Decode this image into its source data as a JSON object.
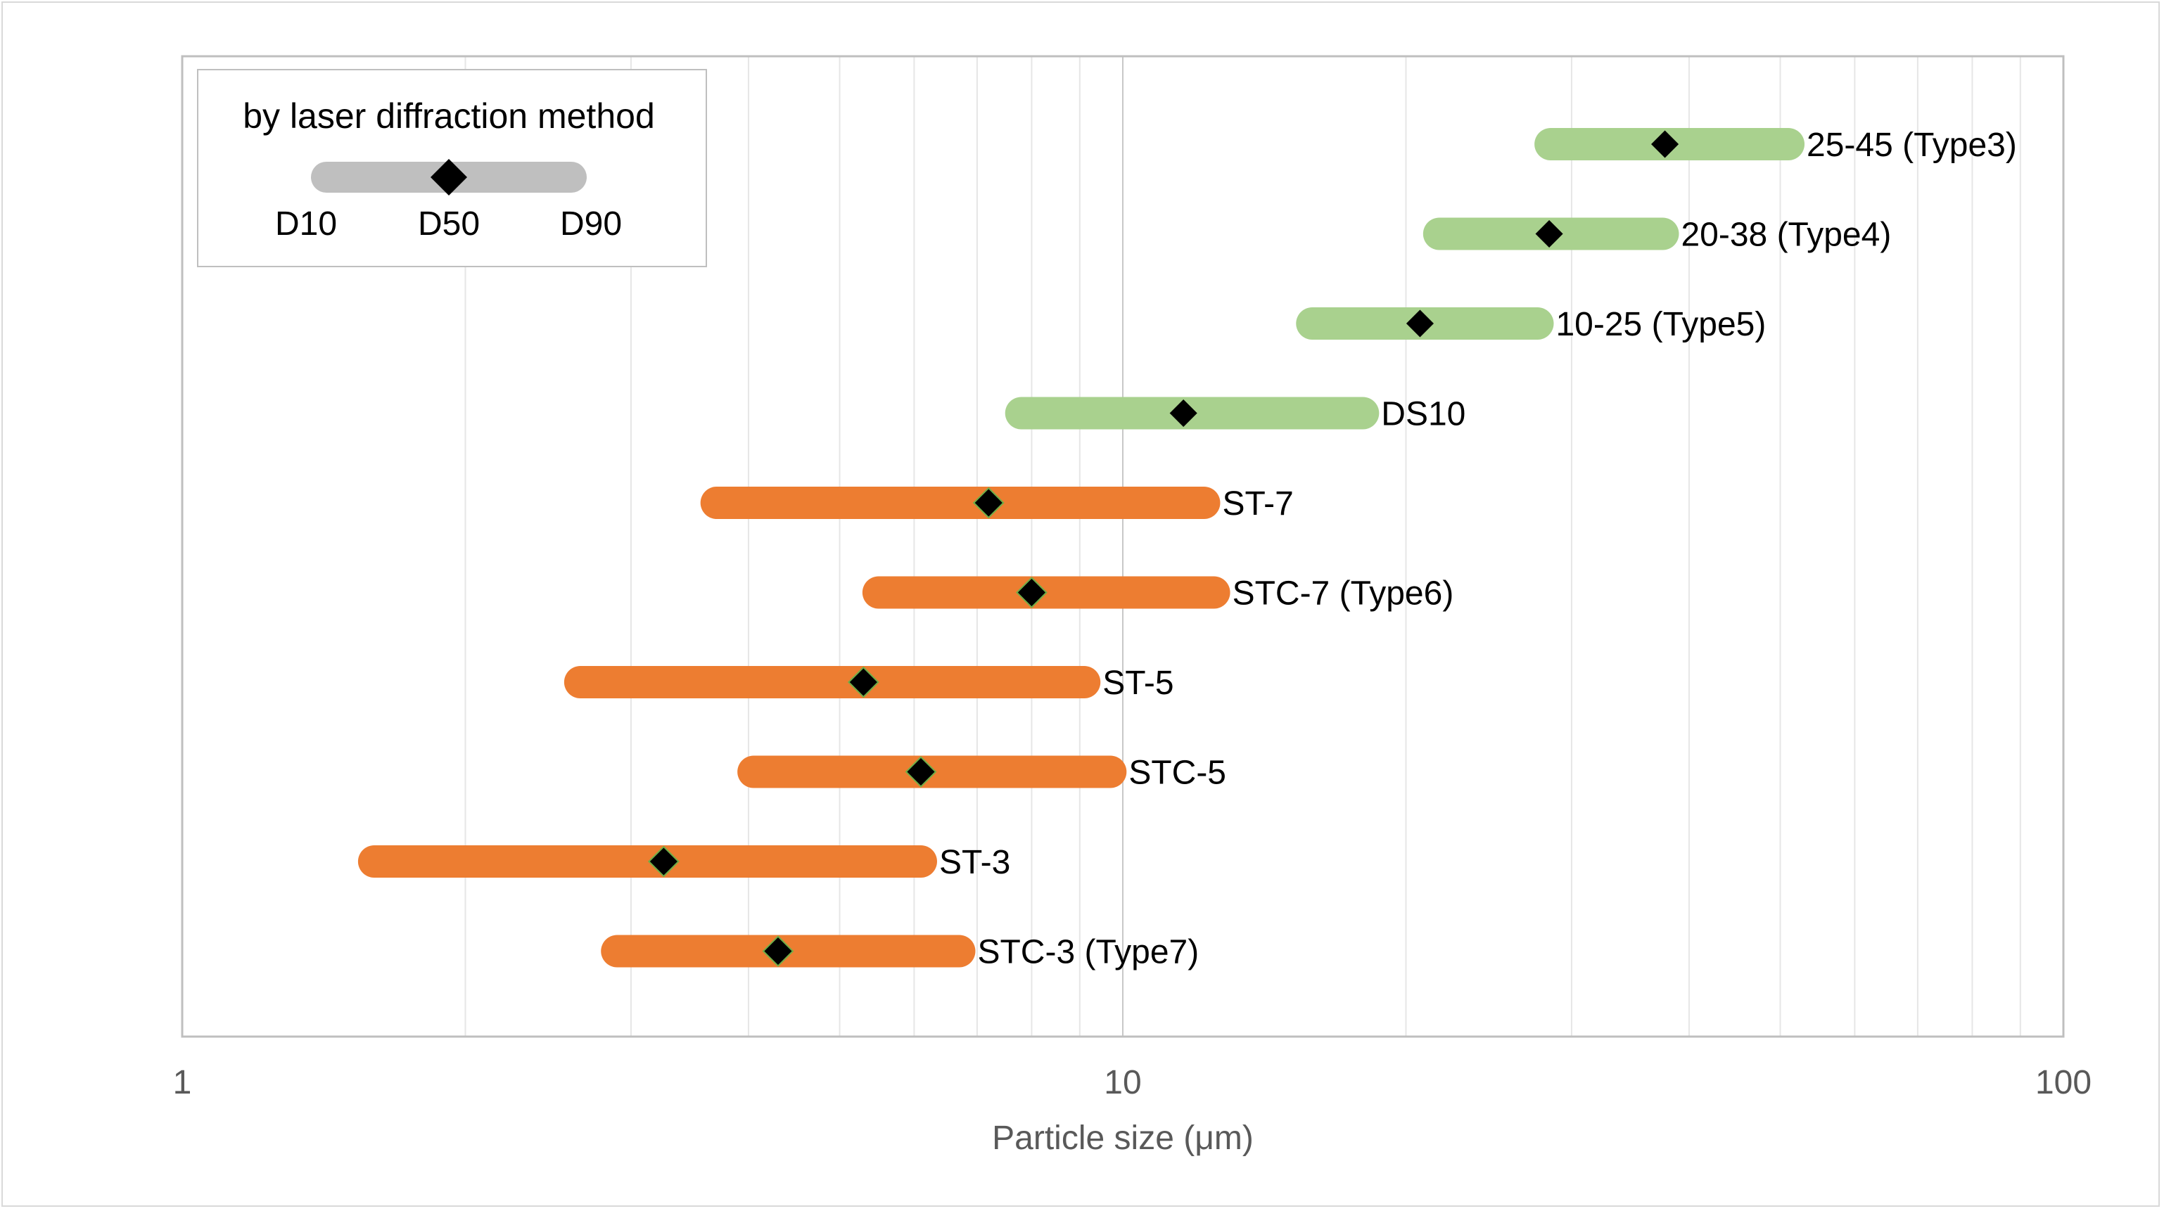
{
  "chart_data": {
    "type": "range-bar",
    "xlabel": "Particle size (μm)",
    "xscale": "log",
    "xlim": [
      1,
      100
    ],
    "xticks": [
      "1",
      "10",
      "100"
    ],
    "grid": "vertical minor gridlines",
    "legend": {
      "placement": "top-left",
      "title": "by laser diffraction method",
      "keys": [
        "D10",
        "D50",
        "D90"
      ],
      "bar_color": "#bfbfbf"
    },
    "colors": {
      "green": "#a9d18e",
      "orange": "#ed7d31",
      "marker": "#000000"
    },
    "series": [
      {
        "label": "25-45 (Type3)",
        "d10": 28.5,
        "d50": 37.7,
        "d90": 51.0,
        "color": "#a9d18e"
      },
      {
        "label": "20-38 (Type4)",
        "d10": 21.7,
        "d50": 28.4,
        "d90": 37.5,
        "color": "#a9d18e"
      },
      {
        "label": "10-25 (Type5)",
        "d10": 15.9,
        "d50": 20.7,
        "d90": 27.6,
        "color": "#a9d18e"
      },
      {
        "label": "DS10",
        "d10": 7.8,
        "d50": 11.6,
        "d90": 18.0,
        "color": "#a9d18e"
      },
      {
        "label": "ST-7",
        "d10": 3.7,
        "d50": 7.2,
        "d90": 12.2,
        "color": "#ed7d31"
      },
      {
        "label": "STC-7 (Type6)",
        "d10": 5.5,
        "d50": 8.0,
        "d90": 12.5,
        "color": "#ed7d31"
      },
      {
        "label": "ST-5",
        "d10": 2.65,
        "d50": 5.3,
        "d90": 9.1,
        "color": "#ed7d31"
      },
      {
        "label": "STC-5",
        "d10": 4.05,
        "d50": 6.1,
        "d90": 9.7,
        "color": "#ed7d31"
      },
      {
        "label": "ST-3",
        "d10": 1.6,
        "d50": 3.25,
        "d90": 6.1,
        "color": "#ed7d31"
      },
      {
        "label": "STC-3 (Type7)",
        "d10": 2.9,
        "d50": 4.3,
        "d90": 6.7,
        "color": "#ed7d31"
      }
    ]
  }
}
